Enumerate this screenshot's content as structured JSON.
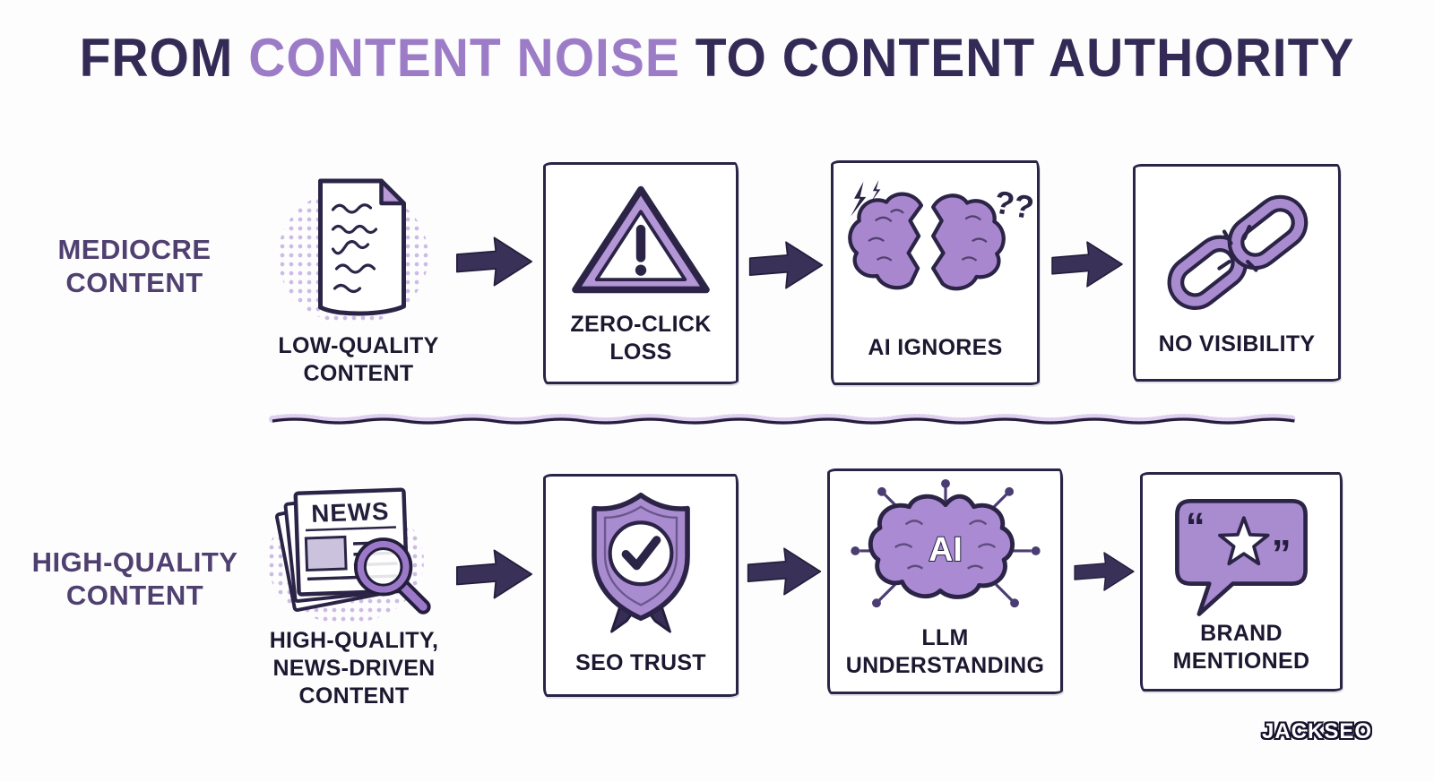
{
  "title": {
    "part1": "FROM ",
    "part2": "CONTENT NOISE",
    "part3": " TO ",
    "part4": "CONTENT AUTHORITY"
  },
  "colors": {
    "dark_navy": "#2b2446",
    "purple": "#a98bd0",
    "light_purple_halftone": "#c3abdf",
    "title_purple": "#9d7cc7",
    "label_dark": "#1d1830"
  },
  "rows": [
    {
      "label": "MEDIOCRE\nCONTENT",
      "source": {
        "icon": "low-quality-document-icon",
        "label": "LOW-QUALITY\nCONTENT"
      },
      "steps": [
        {
          "icon": "warning-triangle-icon",
          "label": "ZERO-CLICK\nLOSS"
        },
        {
          "icon": "broken-brain-icon",
          "label": "AI IGNORES"
        },
        {
          "icon": "broken-chain-icon",
          "label": "NO VISIBILITY"
        }
      ]
    },
    {
      "label": "HIGH-QUALITY\nCONTENT",
      "source": {
        "icon": "news-magnifier-icon",
        "label": "HIGH-QUALITY,\nNEWS-DRIVEN\nCONTENT"
      },
      "steps": [
        {
          "icon": "shield-check-icon",
          "label": "SEO TRUST"
        },
        {
          "icon": "ai-brain-icon",
          "label": "LLM\nUNDERSTANDING"
        },
        {
          "icon": "quote-star-bubble-icon",
          "label": "BRAND\nMENTIONED"
        }
      ]
    }
  ],
  "icon_text": {
    "news_headline": "NEWS",
    "ai_label": "AI",
    "question_marks": "??",
    "quote_open": "“",
    "quote_close": "”"
  },
  "brand": "JACKSEO"
}
